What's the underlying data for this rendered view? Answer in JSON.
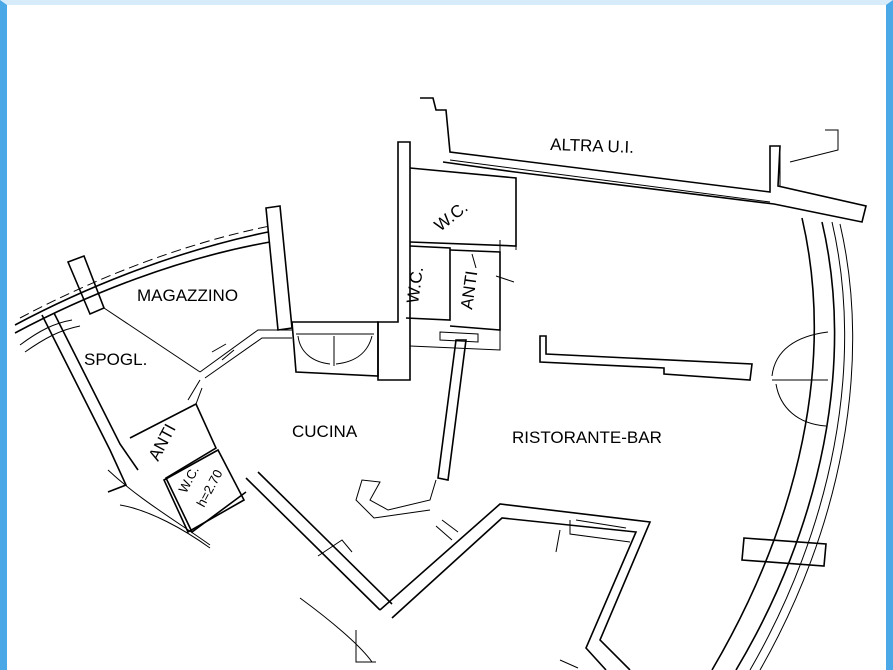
{
  "plan": {
    "rooms": {
      "altra_ui": "ALTRA U.I.",
      "magazzino": "MAGAZZINO",
      "spogl": "SPOGL.",
      "cucina": "CUCINA",
      "ristorante_bar": "RISTORANTE-BAR",
      "wc_top": "W.C.",
      "wc_left": "W.C.",
      "anti_right": "ANTI",
      "anti_left": "ANTI",
      "wc_small": "W.C."
    },
    "height_note": "h=2.70"
  },
  "colors": {
    "frame_side": "#4aa8e6",
    "frame_top": "#d7ecfa",
    "ink": "#000000"
  }
}
